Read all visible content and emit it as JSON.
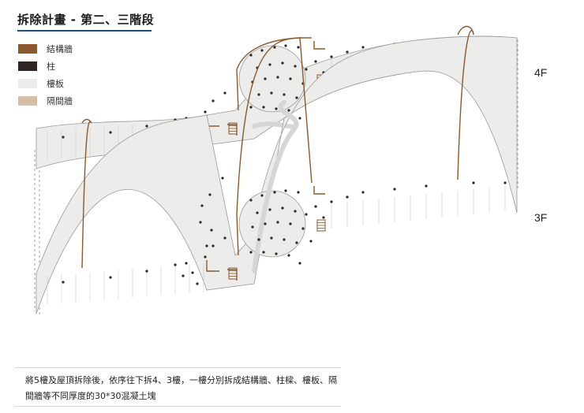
{
  "title": "拆除計畫 - 第二、三階段",
  "legend": [
    {
      "label": "結構牆",
      "color": "#8b5a2b"
    },
    {
      "label": "柱",
      "color": "#2f2626"
    },
    {
      "label": "樓板",
      "color": "#ececea"
    },
    {
      "label": "隔間牆",
      "color": "#d5c0a6"
    }
  ],
  "floors": {
    "upper": "4F",
    "lower": "3F"
  },
  "caption": "將5樓及屋頂拆除後，依序往下拆4、3樓，一樓分別拆成結構牆、柱樑、樓板、隔間牆等不同厚度的30*30混凝土塊",
  "colors": {
    "accent_rule": "#1f4e79",
    "slab": "#ececea",
    "slab_outline": "#9a9a9a",
    "structural_wall": "#8b5a2b",
    "column": "#2f2626",
    "partition": "#d5c0a6"
  }
}
